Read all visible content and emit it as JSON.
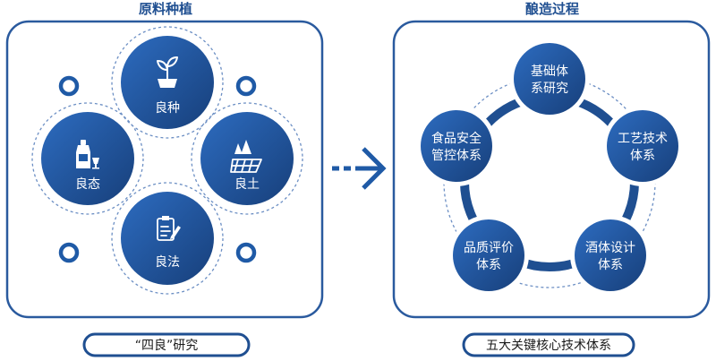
{
  "left_panel": {
    "title": "原料种植",
    "nodes": [
      {
        "id": "top",
        "label": "良种",
        "icon": "seedling-icon"
      },
      {
        "id": "left",
        "label": "良态",
        "icon": "bottle-glass-icon"
      },
      {
        "id": "right",
        "label": "良土",
        "icon": "farmland-icon"
      },
      {
        "id": "bottom",
        "label": "良法",
        "icon": "checklist-pen-icon"
      }
    ],
    "caption": "“四良”研究"
  },
  "right_panel": {
    "title": "酿造过程",
    "nodes": [
      {
        "id": "top",
        "lines": [
          "基础体",
          "系研究"
        ]
      },
      {
        "id": "right",
        "lines": [
          "工艺技术",
          "体系"
        ]
      },
      {
        "id": "bottom_right",
        "lines": [
          "酒体设计",
          "体系"
        ]
      },
      {
        "id": "bottom_left",
        "lines": [
          "品质评价",
          "体系"
        ]
      },
      {
        "id": "left",
        "lines": [
          "食品安全",
          "管控体系"
        ]
      }
    ],
    "caption": "五大关键核心技术体系"
  },
  "arrow": {
    "icon": "right-arrow-icon"
  },
  "colors": {
    "primary": "#1f5aa6",
    "dark": "#173f7a",
    "panel_border": "#2a5a9e",
    "dashed": "#6c8fc4"
  }
}
